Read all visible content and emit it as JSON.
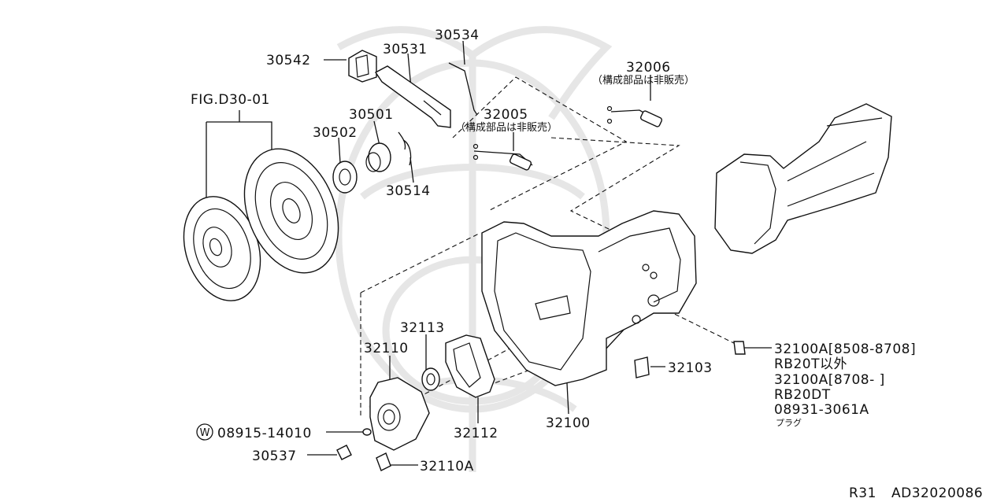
{
  "diagram": {
    "figure_ref": "FIG.D30-01",
    "parts": [
      {
        "id": "p30542",
        "number": "30542"
      },
      {
        "id": "p30531",
        "number": "30531"
      },
      {
        "id": "p30534",
        "number": "30534"
      },
      {
        "id": "p30501",
        "number": "30501"
      },
      {
        "id": "p30502",
        "number": "30502"
      },
      {
        "id": "p30514",
        "number": "30514"
      },
      {
        "id": "p32005",
        "number": "32005",
        "note": "（構成部品は非販売）"
      },
      {
        "id": "p32006",
        "number": "32006",
        "note": "（構成部品は非販売）"
      },
      {
        "id": "p32113",
        "number": "32113"
      },
      {
        "id": "p32110",
        "number": "32110"
      },
      {
        "id": "p32112",
        "number": "32112"
      },
      {
        "id": "p32100",
        "number": "32100"
      },
      {
        "id": "p32103",
        "number": "32103"
      },
      {
        "id": "p089151",
        "number": "08915-14010",
        "badge": "W"
      },
      {
        "id": "p30537",
        "number": "30537"
      },
      {
        "id": "p32110A",
        "number": "32110A"
      }
    ],
    "plug_note": {
      "lines": [
        "32100A[8508-8708]",
        "RB20T以外",
        "32100A[8708-      ]",
        "RB20DT",
        "08931-3061A"
      ],
      "caption": "プラグ"
    },
    "footer": {
      "model": "R31",
      "code": "AD32020086"
    }
  }
}
